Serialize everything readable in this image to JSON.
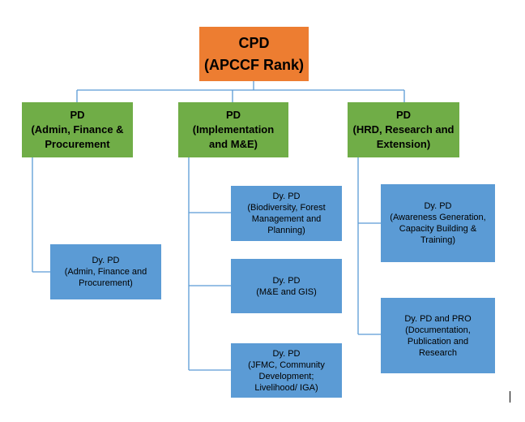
{
  "chart": {
    "root": {
      "title": "CPD",
      "subtitle": "(APCCF Rank)"
    },
    "branches": [
      {
        "title": "PD",
        "subtitle": "(Admin, Finance &\nProcurement",
        "children": [
          {
            "title": "Dy. PD",
            "subtitle": "(Admin, Finance and\nProcurement)"
          }
        ]
      },
      {
        "title": "PD",
        "subtitle": "(Implementation\nand M&E)",
        "children": [
          {
            "title": "Dy. PD",
            "subtitle": "(Biodiversity, Forest\nManagement and\nPlanning)"
          },
          {
            "title": "Dy. PD",
            "subtitle": "(M&E and GIS)"
          },
          {
            "title": "Dy. PD",
            "subtitle": "(JFMC, Community\nDevelopment;\nLivelihood/ IGA)"
          }
        ]
      },
      {
        "title": "PD",
        "subtitle": "(HRD, Research and\nExtension)",
        "children": [
          {
            "title": "Dy. PD",
            "subtitle": "(Awareness Generation,\nCapacity Building &\nTraining)"
          },
          {
            "title": "Dy. PD and PRO",
            "subtitle": "(Documentation,\nPublication and\nResearch"
          }
        ]
      }
    ]
  },
  "colors": {
    "root": "#ed7d31",
    "branch": "#70ad47",
    "leaf": "#5b9bd5",
    "connector": "#5b9bd5"
  }
}
